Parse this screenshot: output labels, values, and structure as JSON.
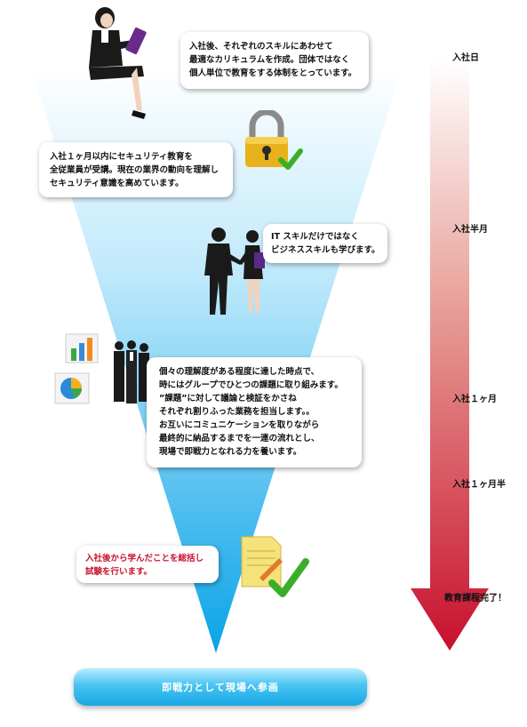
{
  "notes": {
    "n1": [
      "入社後、それぞれのスキルにあわせて",
      "最適なカリキュラムを作成。団体ではなく",
      "個人単位で教育をする体制をとっています。"
    ],
    "n2": [
      "入社１ヶ月以内にセキュリティ教育を",
      "全従業員が受講。現在の業界の動向を理解し",
      "セキュリティ意識を高めています。"
    ],
    "n3": [
      "IT スキルだけではなく",
      "ビジネススキルも学びます。"
    ],
    "n4": [
      "個々の理解度がある程度に達した時点で、",
      "時にはグループでひとつの課題に取り組みます。",
      "”課題”に対して議論と検証をかさね",
      "それぞれ割りふった業務を担当します。。",
      "お互いにコミュニケーションを取りながら",
      "最終的に納品するまでを一連の流れとし、",
      "現場で即戦力となれる力を養います。"
    ],
    "n5": [
      "入社後から学んだことを総括し",
      "試験を行います。"
    ]
  },
  "timeline": {
    "start": "入社日",
    "half_month": "入社半月",
    "one_month": "入社１ヶ月",
    "one_half_month": "入社１ヶ月半",
    "complete": "教育課程完了！"
  },
  "cta_label": "即戦力として現場へ参画",
  "colors": {
    "funnel_top": "#ffffff",
    "funnel_bottom": "#0aa3e8",
    "arrow_top": "#ffffff",
    "arrow_bottom": "#c8102e",
    "exam_text": "#c8102e"
  },
  "icons": [
    "woman-with-tablet-icon",
    "padlock-check-icon",
    "handshake-people-icon",
    "bar-chart-icon",
    "pie-chart-icon",
    "team-group-icon",
    "document-check-icon"
  ]
}
